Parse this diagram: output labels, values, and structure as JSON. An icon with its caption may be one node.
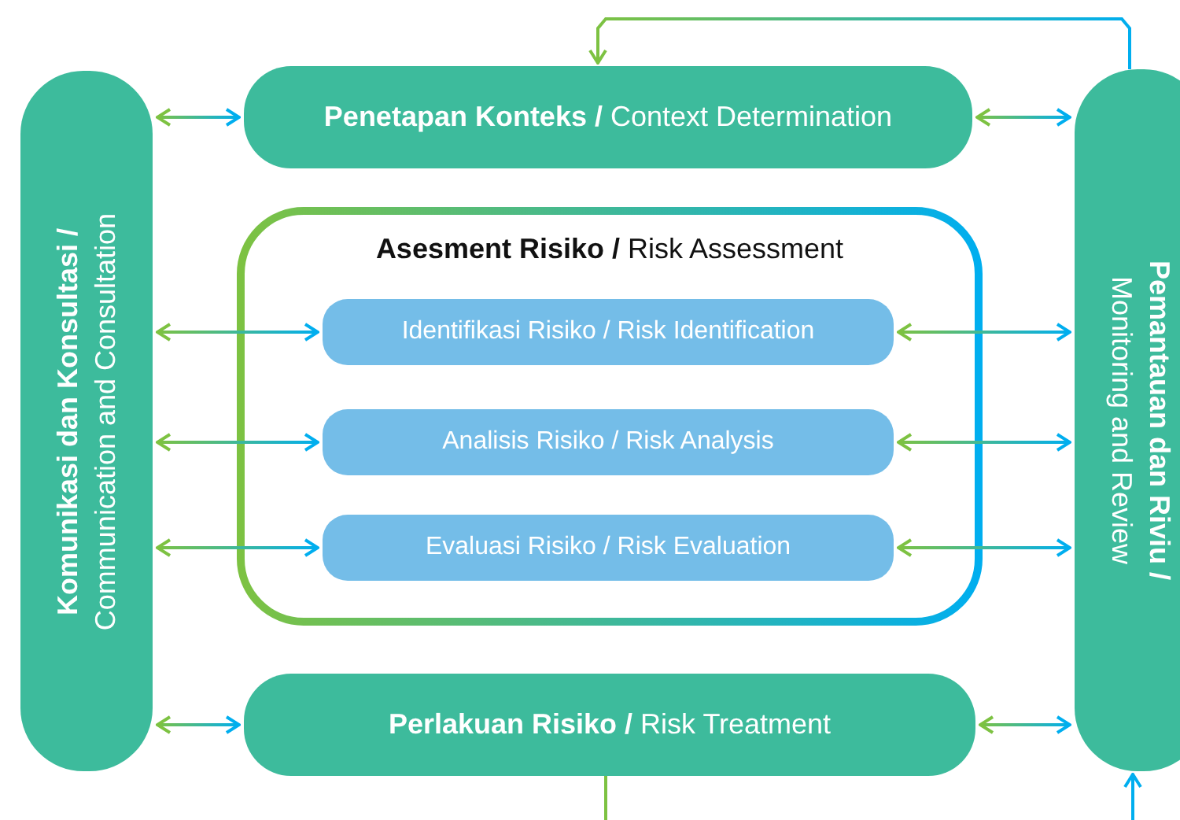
{
  "diagram": {
    "nodes": [
      {
        "text": [
          "Komunikasi dan Konsultasi /",
          "Communication and Consultation"
        ]
      },
      {
        "text": [
          "**Penetapan Konteks /** Context Determination"
        ]
      },
      {
        "text": [
          "**Asesment Risiko /** Risk Assessment"
        ]
      },
      {
        "text": [
          "Identifikasi Risiko / Risk Identification"
        ],
        "in": 2
      },
      {
        "text": [
          "Analisis Risiko / Risk Analysis"
        ],
        "in": 2
      },
      {
        "text": [
          "Evaluasi Risiko / Risk Evaluation"
        ],
        "in": 2
      },
      {
        "text": [
          "**Perlakuan Risiko /** Risk Treatment"
        ]
      },
      {
        "text": [
          "Pemantauan dan Riviu /",
          "Monitoring and Review"
        ]
      }
    ],
    "edges": [
      {
        "from": 0,
        "to": 1,
        "arrow": "both"
      },
      {
        "from": 1,
        "to": 7,
        "arrow": "both"
      },
      {
        "from": 0,
        "to": 3,
        "arrow": "both"
      },
      {
        "from": 0,
        "to": 4,
        "arrow": "both"
      },
      {
        "from": 0,
        "to": 5,
        "arrow": "both"
      },
      {
        "from": 3,
        "to": 7,
        "arrow": "both"
      },
      {
        "from": 4,
        "to": 7,
        "arrow": "both"
      },
      {
        "from": 5,
        "to": 7,
        "arrow": "both"
      },
      {
        "from": 0,
        "to": 6,
        "arrow": "both"
      },
      {
        "from": 6,
        "to": 7,
        "arrow": "both"
      },
      {
        "from": 7,
        "to": 1,
        "arrow": "to"
      },
      {
        "from": 6,
        "to": 7,
        "arrow": "to"
      }
    ]
  }
}
